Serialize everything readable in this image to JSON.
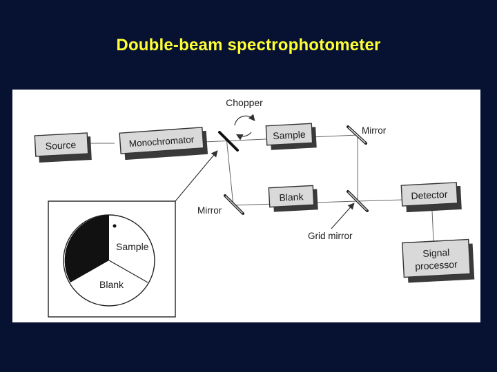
{
  "slide": {
    "title": "Double-beam spectrophotometer"
  },
  "diagram": {
    "boxes": {
      "source": "Source",
      "monochromator": "Monochromator",
      "sample": "Sample",
      "blank": "Blank",
      "detector": "Detector",
      "signal_processor_line1": "Signal",
      "signal_processor_line2": "processor"
    },
    "labels": {
      "chopper": "Chopper",
      "mirror_top": "Mirror",
      "mirror_bottom": "Mirror",
      "grid_mirror": "Grid mirror"
    },
    "chopper_inset": {
      "sample": "Sample",
      "blank": "Blank"
    }
  }
}
